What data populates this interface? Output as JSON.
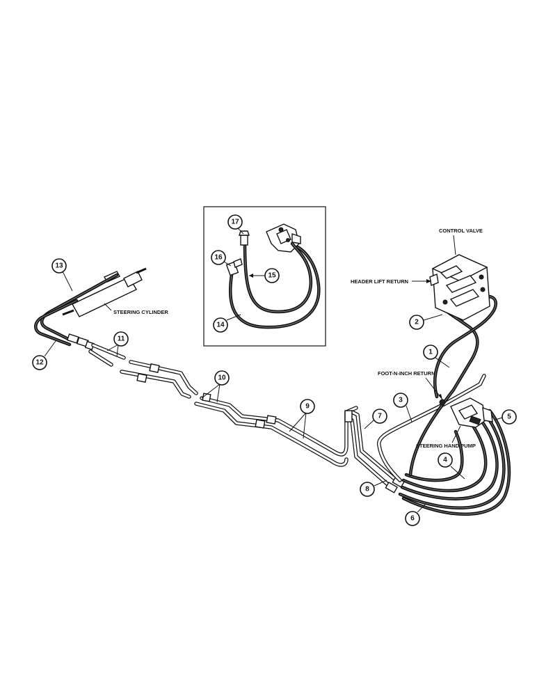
{
  "labels": {
    "control_valve": "CONTROL VALVE",
    "header_lift_return": "HEADER LIFT RETURN",
    "steering_cylinder": "STEERING CYLINDER",
    "foot_n_inch_return": "FOOT-N-INCH RETURN",
    "steering_hand_pump": "STEERING HAND PUMP"
  },
  "callouts": {
    "c1": "1",
    "c2": "2",
    "c3": "3",
    "c4": "4",
    "c5": "5",
    "c6": "6",
    "c7": "7",
    "c8": "8",
    "c9": "9",
    "c10": "10",
    "c11": "11",
    "c12": "12",
    "c13": "13",
    "c14": "14",
    "c15": "15",
    "c16": "16",
    "c17": "17"
  }
}
